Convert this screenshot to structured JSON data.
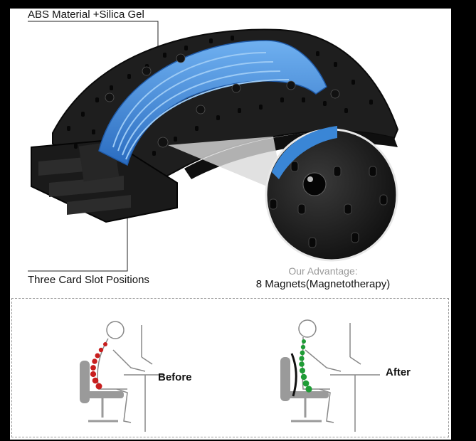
{
  "labels": {
    "material": "ABS Material +Silica Gel",
    "slots": "Three Card Slot Positions",
    "advantage_title": "Our Advantage:",
    "advantage_text": "8 Magnets(Magnetotherapy)",
    "before": "Before",
    "after": "After"
  },
  "colors": {
    "band": "#3a86d6",
    "frame": "#1b1b1b",
    "spine_before": "#c81e1e",
    "spine_after": "#1f9c36"
  }
}
